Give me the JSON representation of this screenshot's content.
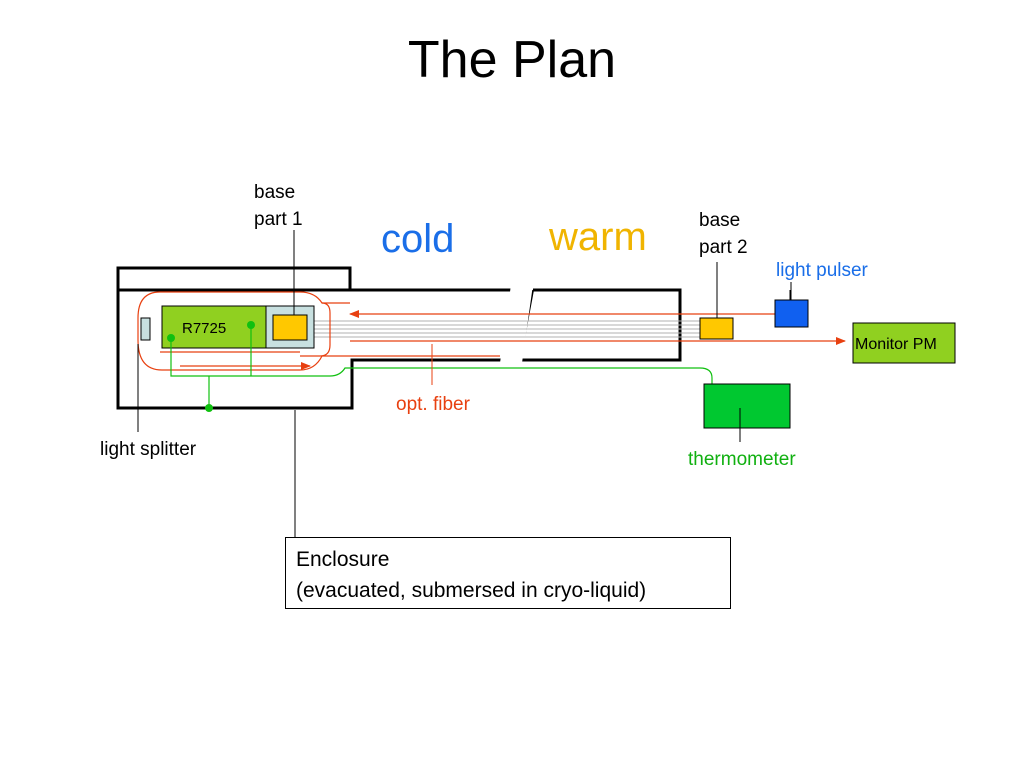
{
  "title": "The Plan",
  "labels": {
    "base_part1": [
      "base",
      "part 1"
    ],
    "base_part2": [
      "base",
      "part 2"
    ],
    "cold": "cold",
    "warm": "warm",
    "light_pulser": "light pulser",
    "r7725": "R7725",
    "monitor_pm": "Monitor PM",
    "opt_fiber": "opt. fiber",
    "light_splitter": "light splitter",
    "thermometer": "thermometer"
  },
  "enclosure": {
    "line1": "Enclosure",
    "line2": "(evacuated, submersed in cryo-liquid)"
  },
  "colors": {
    "cold": "#1a6ee8",
    "warm": "#f0b400",
    "light_pulser": "#1a6ee8",
    "opt_fiber": "#e84010",
    "thermometer": "#10b010",
    "fiber": "#e84010",
    "wire": "#10c010",
    "pmt_body": "#90d020",
    "base": "#ffc800",
    "pulser_box": "#1060f0",
    "thermometer_box": "#00c830",
    "monitor_box": "#90d020",
    "base1_housing": "#c8e0e0"
  }
}
